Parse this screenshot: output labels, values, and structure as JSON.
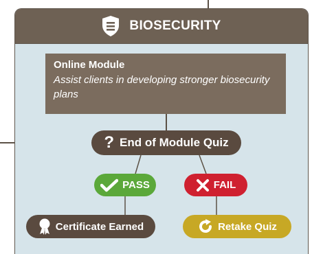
{
  "header": {
    "title": "BIOSECURITY",
    "icon": "shield-list-icon"
  },
  "module": {
    "title": "Online Module",
    "description": "Assist clients in developing stronger biosecurity plans"
  },
  "quiz": {
    "label": "End of Module Quiz",
    "icon": "question-mark-icon",
    "icon_glyph": "?"
  },
  "outcomes": {
    "pass": {
      "label": "PASS",
      "icon": "checkmark-icon",
      "color": "#5ba83a"
    },
    "fail": {
      "label": "FAIL",
      "icon": "x-icon",
      "color": "#cf2030"
    }
  },
  "results": {
    "certificate": {
      "label": "Certificate Earned",
      "icon": "award-ribbon-icon"
    },
    "retake": {
      "label": "Retake Quiz",
      "icon": "refresh-icon",
      "color": "#c7a825"
    }
  },
  "colors": {
    "header_bg": "#6e6154",
    "card_bg": "#d6e4ea",
    "module_bg": "#7b6c5e",
    "dark_pill": "#5a4a3f"
  }
}
